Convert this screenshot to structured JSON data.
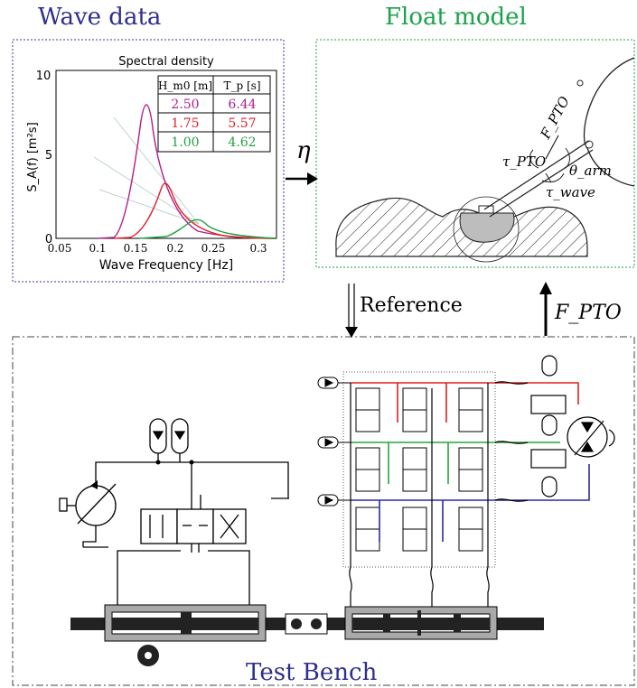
{
  "titles": {
    "wave_data": "Wave data",
    "float_model": "Float model",
    "test_bench": "Test Bench"
  },
  "colors": {
    "wave_title": "#2e2e8f",
    "float_title": "#1aa34a",
    "test_title": "#2e2e8f",
    "h250": "#b0208c",
    "h175": "#e0202a",
    "h100": "#22a040",
    "valve_red": "#e02020",
    "valve_green": "#1faa3c",
    "valve_blue": "#2a2aa0"
  },
  "spectrum": {
    "title": "Spectral density",
    "xlabel": "Wave Frequency [Hz]",
    "ylabel": "S_A(f)  [m²s]",
    "xticks": [
      "0.05",
      "0.1",
      "0.15",
      "0.2",
      "0.25",
      "0.3"
    ],
    "yticks": [
      "0",
      "5",
      "10"
    ],
    "table": {
      "headers": [
        "H_m0 [m]",
        "T_p [s]"
      ],
      "rows": [
        [
          "2.50",
          "6.44"
        ],
        [
          "1.75",
          "5.57"
        ],
        [
          "1.00",
          "4.62"
        ]
      ]
    }
  },
  "float_labels": {
    "f_pto": "F_PTO",
    "tau_pto": "τ_PTO",
    "theta_arm": "θ_arm",
    "tau_wave": "τ_wave"
  },
  "arrows": {
    "eta": "η",
    "reference": "Reference",
    "f_pto": "F_PTO"
  }
}
